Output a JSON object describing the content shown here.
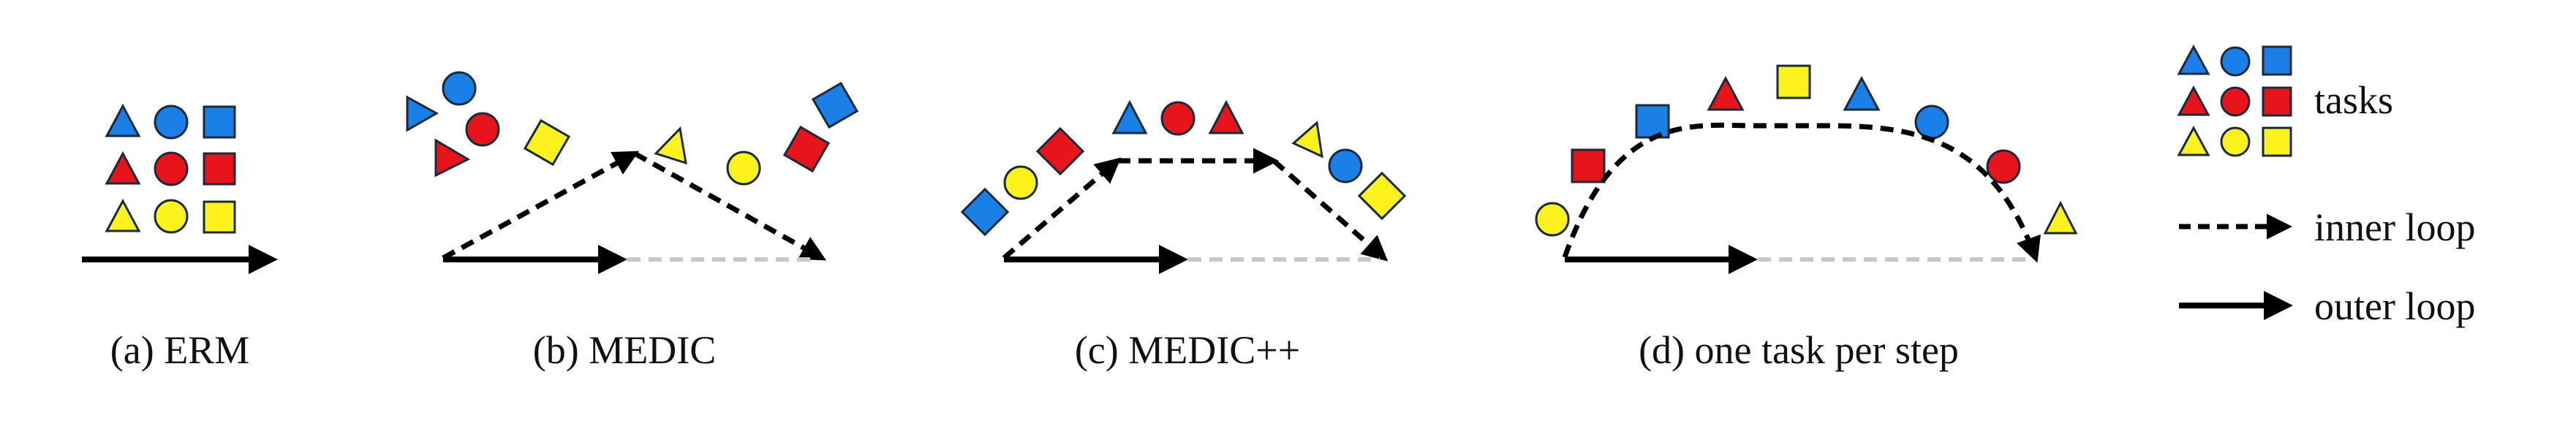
{
  "colors": {
    "blue": "#1a7fe6",
    "red": "#e8141c",
    "yellow": "#fdf21c",
    "outline": "#1a2a3a",
    "arrow": "#000000",
    "dashed_gray": "#c8c8c8"
  },
  "panels": [
    {
      "caption": "(a) ERM"
    },
    {
      "caption": "(b) MEDIC"
    },
    {
      "caption": "(c) MEDIC++"
    },
    {
      "caption": "(d) one task per step"
    }
  ],
  "legend": {
    "tasks_label": "tasks",
    "inner_loop_label": "inner loop",
    "outer_loop_label": "outer loop",
    "inner_loop_style": "dashed",
    "outer_loop_style": "solid"
  }
}
